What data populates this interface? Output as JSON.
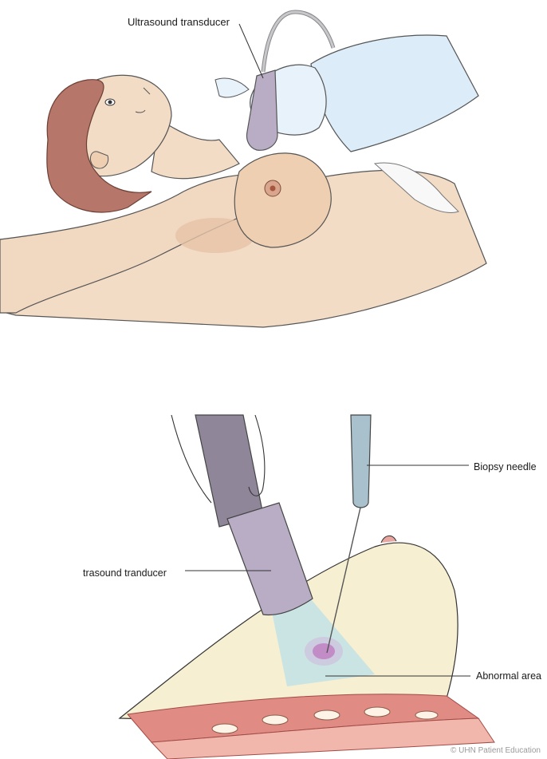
{
  "top_figure": {
    "labels": {
      "ultrasound_transducer": "Ultrasound transducer"
    }
  },
  "bottom_figure": {
    "labels": {
      "biopsy_needle": "Biopsy needle",
      "transducer": "trasound tranducer",
      "abnormal_area": "Abnormal area"
    }
  },
  "credit": "© UHN Patient Education",
  "colors": {
    "skin": "#f3dcc6",
    "skin_shadow": "#e8c9ac",
    "hair": "#b6776a",
    "glove": "#dcecf8",
    "transducer": "#b8adc4",
    "needle": "#a9c1cc",
    "breast_tissue": "#f6efd2",
    "ultrasound_beam": "#b9e0e8",
    "muscle": "#e08c84",
    "abnormal": "#b46ab5"
  }
}
